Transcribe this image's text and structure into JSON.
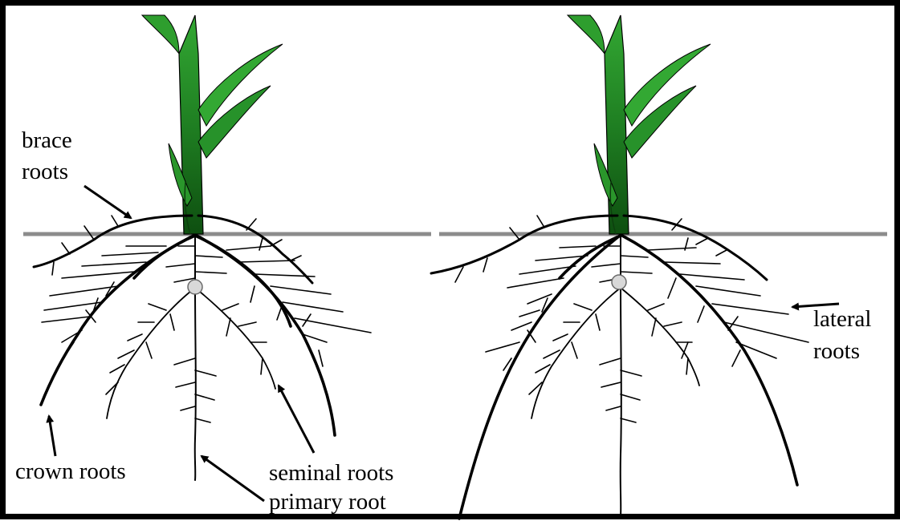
{
  "labels": {
    "brace_line1": "brace",
    "brace_line2": "roots",
    "crown": "crown roots",
    "seminal": "seminal roots",
    "primary": "primary root",
    "lateral_line1": "lateral",
    "lateral_line2": "roots"
  },
  "colors": {
    "leaf_green": "#2e9e2e",
    "stem_dark": "#0f5a12",
    "ground": "#8c8c8c",
    "root": "#000000",
    "seed": "#d8d8d8"
  }
}
